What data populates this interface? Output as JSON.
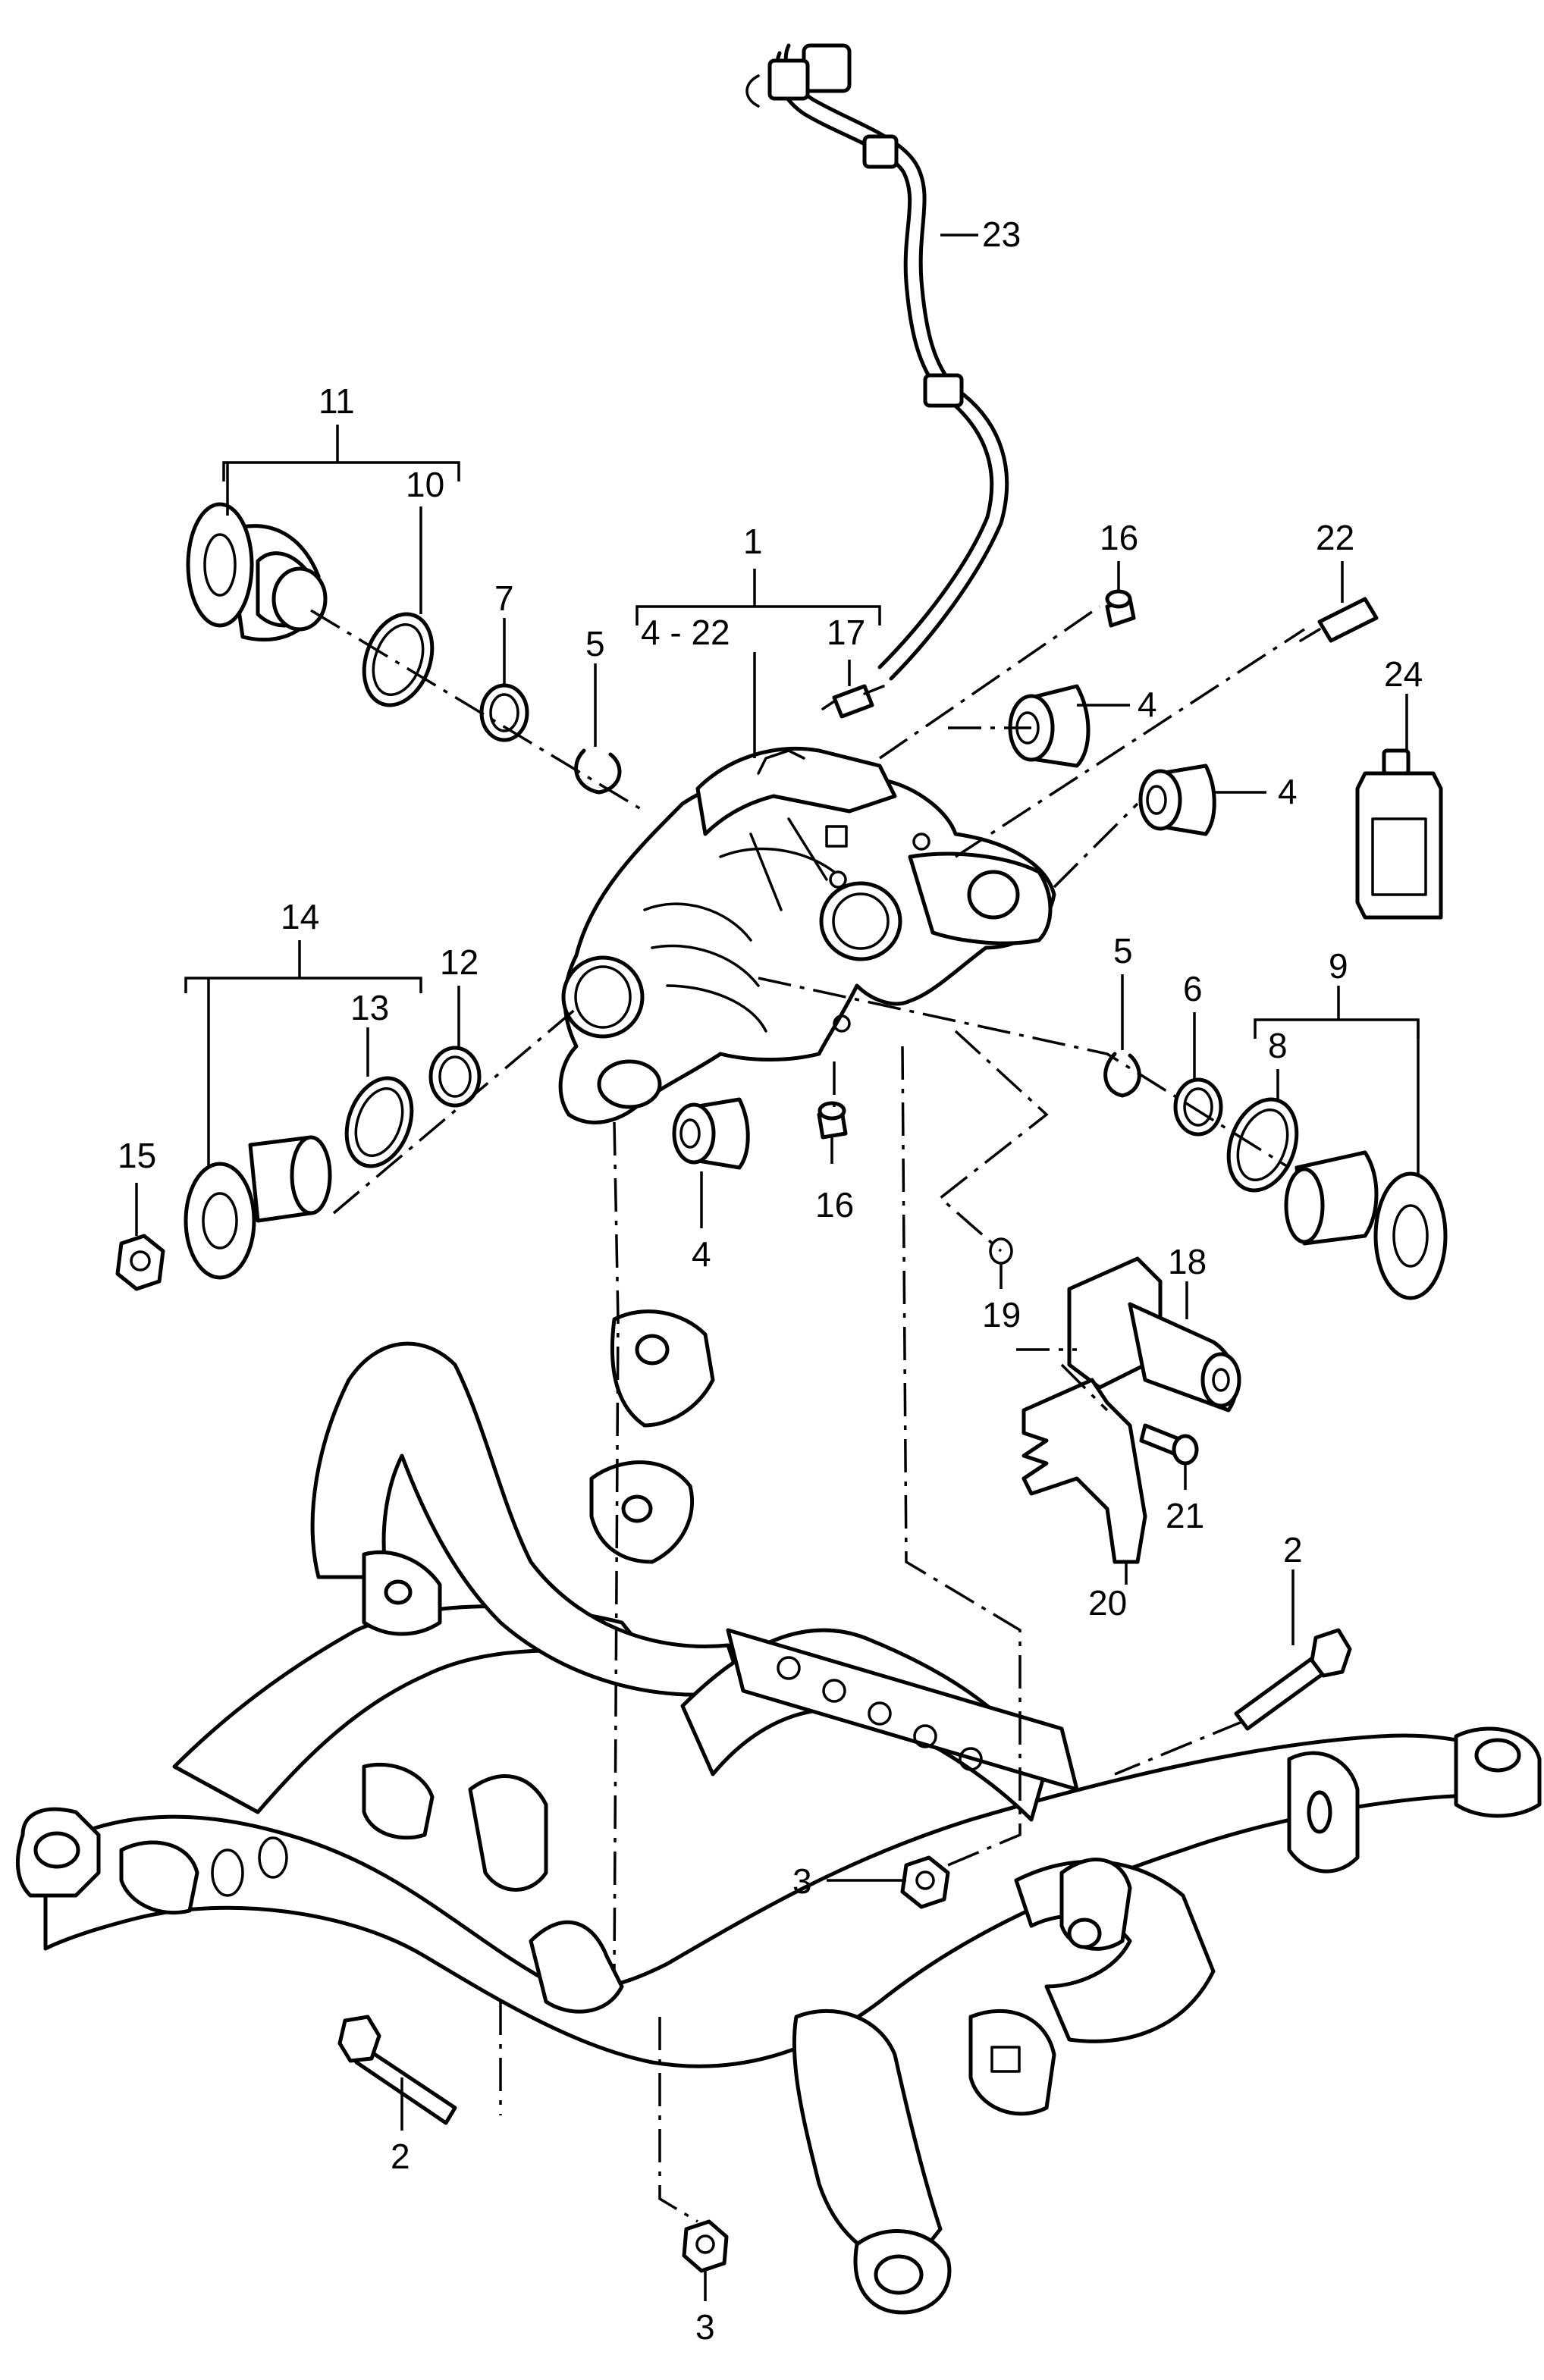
{
  "labels": {
    "l1": "1",
    "l1_range": "4 - 22",
    "l2a": "2",
    "l2b": "2",
    "l3a": "3",
    "l3b": "3",
    "l4a": "4",
    "l4b": "4",
    "l4c": "4",
    "l5a": "5",
    "l5b": "5",
    "l6": "6",
    "l7": "7",
    "l8": "8",
    "l9": "9",
    "l10": "10",
    "l11": "11",
    "l12": "12",
    "l13": "13",
    "l14": "14",
    "l15": "15",
    "l16a": "16",
    "l16b": "16",
    "l17": "17",
    "l18": "18",
    "l19": "19",
    "l20": "20",
    "l21": "21",
    "l22": "22",
    "l23": "23",
    "l24": "24"
  }
}
